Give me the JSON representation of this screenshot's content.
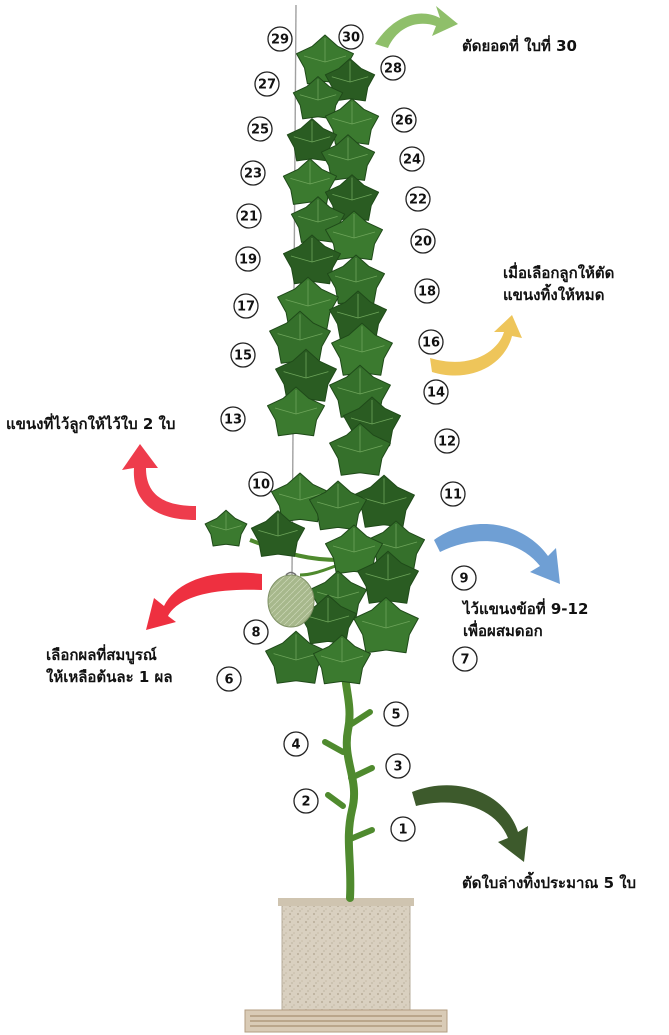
{
  "callouts": {
    "top_cut": "ตัดยอดที่ ใบที่ 30",
    "drop_branches": [
      "เมื่อเลือกลูกให้ตัด",
      "แขนงทิ้งให้หมด"
    ],
    "keep_leaves": "แขนงที่ไว้ลูกให้ไว้ใบ 2 ใบ",
    "pollinate": [
      "ไว้แขนงข้อที่ 9-12",
      "เพื่อผสมดอก"
    ],
    "select_fruit": [
      "เลือกผลที่สมบูรณ์",
      "ให้เหลือต้นละ 1 ผล"
    ],
    "cut_lower": "ตัดใบล่างทิ้งประมาณ 5 ใบ"
  },
  "node_numbers": [
    "1",
    "2",
    "3",
    "4",
    "5",
    "6",
    "7",
    "8",
    "9",
    "10",
    "11",
    "12",
    "13",
    "14",
    "15",
    "16",
    "17",
    "18",
    "19",
    "20",
    "21",
    "22",
    "23",
    "24",
    "25",
    "26",
    "27",
    "28",
    "29",
    "30"
  ],
  "arrows": [
    {
      "name": "arrow-top-cut",
      "color": "#8fbf6a"
    },
    {
      "name": "arrow-drop-branches",
      "color": "#eec55a"
    },
    {
      "name": "arrow-keep-leaves",
      "color": "#ee3c4c"
    },
    {
      "name": "arrow-pollinate",
      "color": "#6f9fd4"
    },
    {
      "name": "arrow-select-fruit",
      "color": "#ee3040"
    },
    {
      "name": "arrow-cut-lower",
      "color": "#3d5a2c"
    }
  ],
  "colors": {
    "leaf": "#3b7a2f",
    "leaf_dark": "#2a5c22",
    "stem": "#4e8a30",
    "fruit": "#a9b98e",
    "pot": "#d8cfbf",
    "string": "#9a9a9a"
  }
}
